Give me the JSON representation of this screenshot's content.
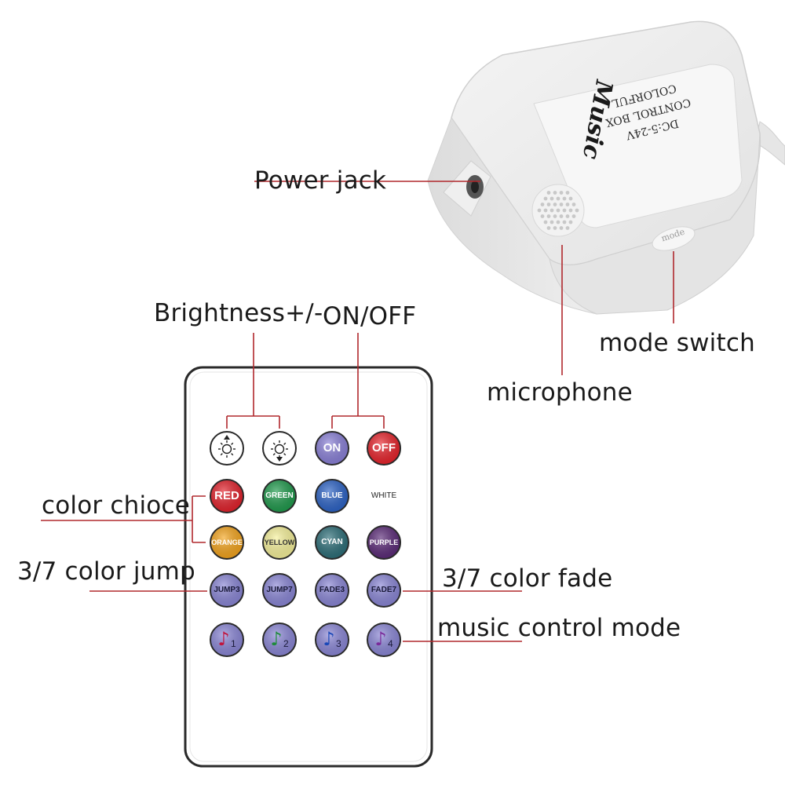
{
  "callouts": {
    "power_jack": "Power jack",
    "microphone": "microphone",
    "mode_switch": "mode switch",
    "brightness": "Brightness+/-",
    "on_off": "ON/OFF",
    "color_choice": "color chioce",
    "color_jump": "3/7 color jump",
    "color_fade": "3/7 color fade",
    "music_control_mode": "music control mode"
  },
  "control_box": {
    "label_lines": [
      "DC:5-24V",
      "CONTROL BOX",
      "COLORFUL"
    ],
    "logo": "Music",
    "mode_button": "mode"
  },
  "remote": {
    "buttons": [
      {
        "label": "",
        "icon": "brightness-up-icon",
        "fill": "#ffffff",
        "text_color": "#222222"
      },
      {
        "label": "",
        "icon": "brightness-down-icon",
        "fill": "#ffffff",
        "text_color": "#222222"
      },
      {
        "label": "ON",
        "fill": "#8a80d8",
        "text_color": "#ffffff"
      },
      {
        "label": "OFF",
        "fill": "#e8232b",
        "text_color": "#ffffff"
      },
      {
        "label": "RED",
        "fill": "#e3212b",
        "text_color": "#ffffff"
      },
      {
        "label": "GREEN",
        "fill": "#1f9a4c",
        "text_color": "#ffffff"
      },
      {
        "label": "BLUE",
        "fill": "#2c63c6",
        "text_color": "#ffffff"
      },
      {
        "label": "WHITE",
        "fill": "#ffffff",
        "text_color": "#222222"
      },
      {
        "label": "ORANGE",
        "fill": "#f4a41c",
        "text_color": "#ffffff"
      },
      {
        "label": "YELLOW",
        "fill": "#f7f29a",
        "text_color": "#333333"
      },
      {
        "label": "CYAN",
        "fill": "#2c6e78",
        "text_color": "#ffffff"
      },
      {
        "label": "PURPLE",
        "fill": "#5b2a78",
        "text_color": "#ffffff"
      },
      {
        "label": "JUMP3",
        "fill": "#8a86d6",
        "text_color": "#1a1a3a"
      },
      {
        "label": "JUMP7",
        "fill": "#8a86d6",
        "text_color": "#1a1a3a"
      },
      {
        "label": "FADE3",
        "fill": "#8a86d6",
        "text_color": "#1a1a3a"
      },
      {
        "label": "FADE7",
        "fill": "#8a86d6",
        "text_color": "#1a1a3a"
      },
      {
        "label": "1",
        "icon": "music-note-icon",
        "note_color": "#c0143c",
        "fill": "#8a86d6",
        "text_color": "#1a1a3a"
      },
      {
        "label": "2",
        "icon": "music-note-icon",
        "note_color": "#1f8a3c",
        "fill": "#8a86d6",
        "text_color": "#1a1a3a"
      },
      {
        "label": "3",
        "icon": "music-note-icon",
        "note_color": "#1a48b8",
        "fill": "#8a86d6",
        "text_color": "#1a1a3a"
      },
      {
        "label": "4",
        "icon": "music-note-icon",
        "note_color": "#7a2a9a",
        "fill": "#8a86d6",
        "text_color": "#1a1a3a"
      }
    ]
  },
  "colors": {
    "leader_line": "#b0282d",
    "remote_border": "#2a2a2a"
  }
}
